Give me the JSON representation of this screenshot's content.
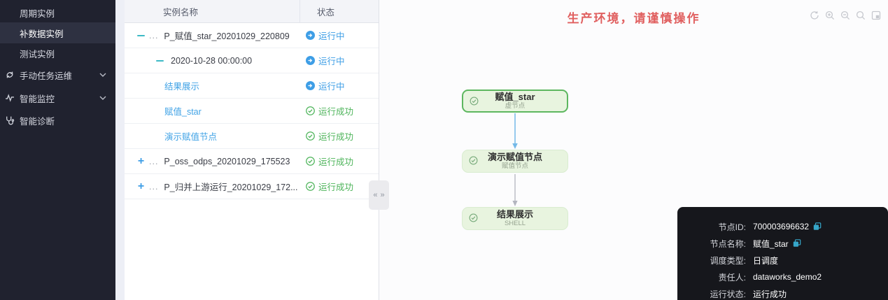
{
  "colors": {
    "accent_blue": "#3e9ee6",
    "link_blue": "#41a3e6",
    "success_green": "#4db45a",
    "warning_red": "#e05f5f",
    "copy_teal": "#36a6c9",
    "sidebar_bg": "#20222f",
    "node_fill_green": "#e8f4df",
    "node_selected_border": "#5db75f"
  },
  "sidebar": {
    "items": [
      {
        "label": "周期实例"
      },
      {
        "label": "补数据实例"
      },
      {
        "label": "测试实例"
      },
      {
        "label": "手动任务运维"
      },
      {
        "label": "智能监控"
      },
      {
        "label": "智能诊断"
      }
    ]
  },
  "table": {
    "columns": [
      {
        "label": "实例名称"
      },
      {
        "label": "状态"
      }
    ],
    "ellipsis": "...",
    "rows": [
      {
        "name": "P_赋值_star_20201029_220809",
        "status": "运行中"
      },
      {
        "name": "2020-10-28 00:00:00",
        "status": "运行中"
      },
      {
        "name": "结果展示",
        "status": "运行中"
      },
      {
        "name": "赋值_star",
        "status": "运行成功"
      },
      {
        "name": "演示赋值节点",
        "status": "运行成功"
      },
      {
        "name": "P_oss_odps_20201029_175523",
        "status": "运行成功"
      },
      {
        "name": "P_归并上游运行_20201029_172...",
        "status": "运行成功"
      }
    ]
  },
  "canvas": {
    "warning": "生产环境，请谨慎操作",
    "nodes": [
      {
        "title": "赋值_star",
        "subtitle": "虚节点"
      },
      {
        "title": "演示赋值节点",
        "subtitle": "赋值节点"
      },
      {
        "title": "结果展示",
        "subtitle": "SHELL"
      }
    ]
  },
  "collapse": {
    "left": "«",
    "right": "»"
  },
  "tooltip": {
    "rows": [
      {
        "label": "节点ID:",
        "value": "700003696632"
      },
      {
        "label": "节点名称:",
        "value": "赋值_star"
      },
      {
        "label": "调度类型:",
        "value": "日调度"
      },
      {
        "label": "责任人:",
        "value": "dataworks_demo2"
      },
      {
        "label": "运行状态:",
        "value": "运行成功"
      }
    ]
  }
}
